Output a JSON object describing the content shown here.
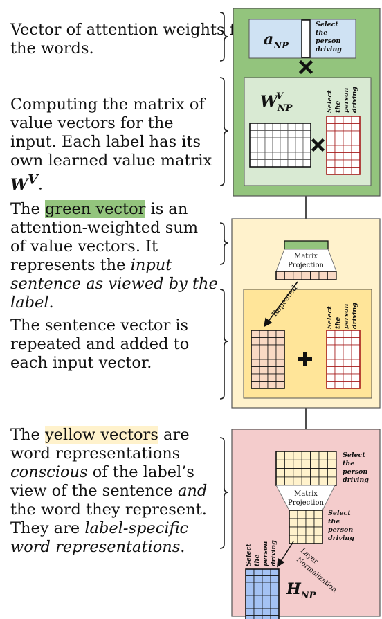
{
  "captions": {
    "c1": "Vector of attention weights from the label to the words.",
    "c2_main": "Computing the matrix of value vectors for the input. Each label has its own learned value matrix ",
    "c2_sym": "W",
    "c2_sup": "V",
    "c2_end": ".",
    "c3_a": "The ",
    "c3_green": "green vector",
    "c3_b": " is an attention-weighted sum of value vectors. It represents the ",
    "c3_em": "input sentence as viewed by the label",
    "c3_c": ".",
    "c4": "The sentence vector is repeated and added to each input vector.",
    "c5_a": "The ",
    "c5_yellow": "yellow vectors",
    "c5_b": " are word representations ",
    "c5_em1": "conscious",
    "c5_c": " of the label’s view of the sentence ",
    "c5_em2": "and",
    "c5_d": " the word they represent.",
    "c5_e": "They are ",
    "c5_em3": "label-specific word representations",
    "c5_f": "."
  },
  "words": [
    "Select",
    "the",
    "person",
    "driving"
  ],
  "labels": {
    "a": "a",
    "a_sub": "NP",
    "w": "W",
    "w_sup": "V",
    "w_sub": "NP",
    "h": "H",
    "h_sub": "NP",
    "matrix_projection_1": "Matrix",
    "matrix_projection_2": "Projection",
    "repeated": "Repeated",
    "layer_norm_1": "Layer",
    "layer_norm_2": "Normalization"
  },
  "colors": {
    "green_panel": "#93c47d",
    "light_green": "#d9ead3",
    "light_blue": "#cfe2f3",
    "yellow_panel": "#fff2cc",
    "yellow_inner": "#ffe599",
    "pink_panel": "#f4cccc",
    "peach": "#f9d9c4",
    "dark_red": "#a61c1c",
    "blue_cells": "#a4c2f4"
  }
}
